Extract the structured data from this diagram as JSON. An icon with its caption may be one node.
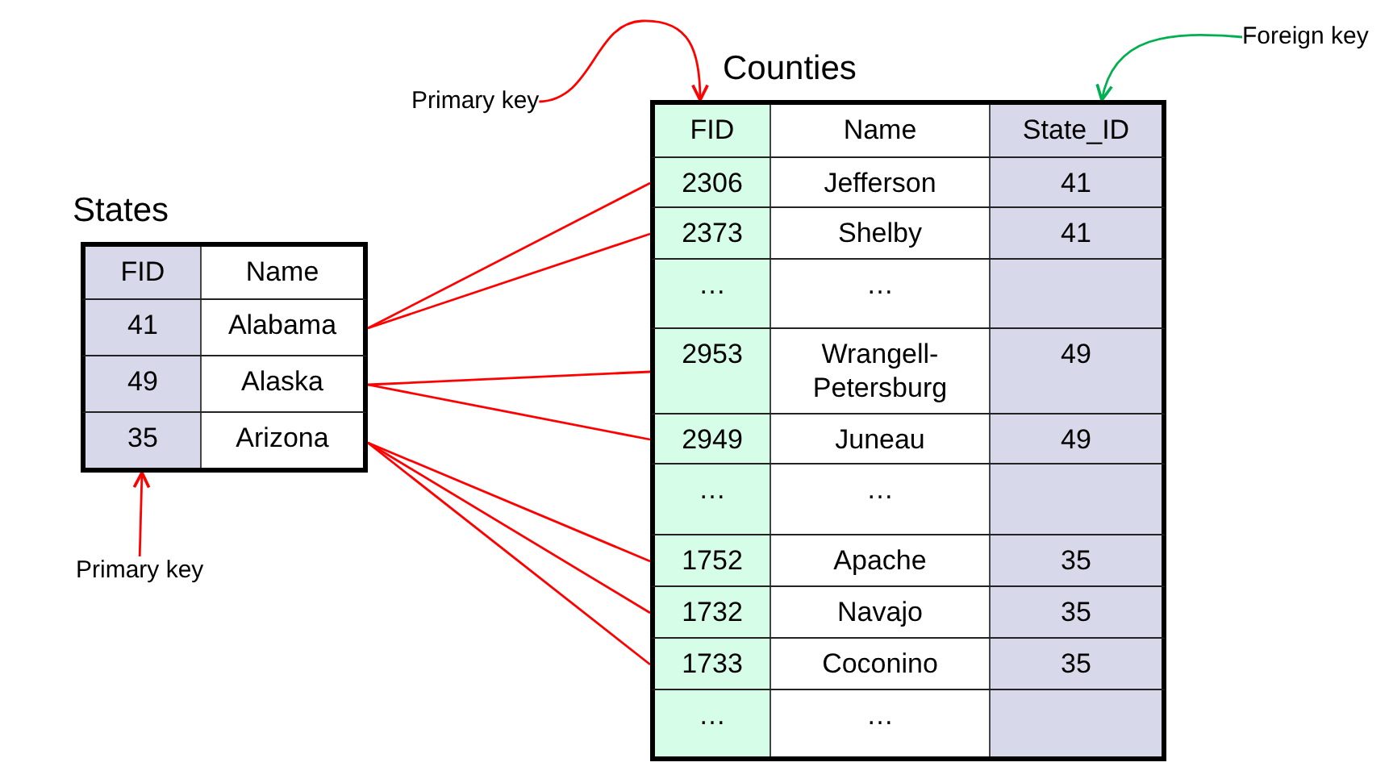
{
  "diagram": {
    "nodes": [
      {
        "text": [
          "States"
        ]
      },
      {
        "text": [
          "FID",
          "Name"
        ],
        "in": 0
      },
      {
        "text": [
          "41",
          "Alabama"
        ],
        "in": 0
      },
      {
        "text": [
          "49",
          "Alaska"
        ],
        "in": 0
      },
      {
        "text": [
          "35",
          "Arizona"
        ],
        "in": 0
      },
      {
        "text": [
          "Primary key"
        ]
      },
      {
        "text": [
          "Primary key"
        ]
      },
      {
        "text": [
          "Counties"
        ]
      },
      {
        "text": [
          "FID",
          "Name",
          "State_ID"
        ],
        "in": 7
      },
      {
        "text": [
          "2306",
          "Jefferson",
          "41"
        ],
        "in": 7
      },
      {
        "text": [
          "2373",
          "Shelby",
          "41"
        ],
        "in": 7
      },
      {
        "text": [
          "…",
          "…"
        ],
        "in": 7
      },
      {
        "text": [
          "2953",
          "Wrangell-Petersburg",
          "49"
        ],
        "in": 7
      },
      {
        "text": [
          "2949",
          "Juneau",
          "49"
        ],
        "in": 7
      },
      {
        "text": [
          "…",
          "…"
        ],
        "in": 7
      },
      {
        "text": [
          "1752",
          "Apache",
          "35"
        ],
        "in": 7
      },
      {
        "text": [
          "1732",
          "Navajo",
          "35"
        ],
        "in": 7
      },
      {
        "text": [
          "1733",
          "Coconino",
          "35"
        ],
        "in": 7
      },
      {
        "text": [
          "…",
          "…"
        ],
        "in": 7
      },
      {
        "text": [
          "Foreign key"
        ]
      }
    ],
    "edges": [
      {
        "from": 2,
        "to": 9,
        "arrow": "none"
      },
      {
        "from": 2,
        "to": 10,
        "arrow": "none"
      },
      {
        "from": 3,
        "to": 12,
        "arrow": "none"
      },
      {
        "from": 3,
        "to": 13,
        "arrow": "none"
      },
      {
        "from": 4,
        "to": 15,
        "arrow": "none"
      },
      {
        "from": 4,
        "to": 16,
        "arrow": "none"
      },
      {
        "from": 4,
        "to": 17,
        "arrow": "none"
      },
      {
        "from": 5,
        "to": 4,
        "arrow": "to"
      },
      {
        "from": 6,
        "to": 8,
        "arrow": "to"
      },
      {
        "from": 19,
        "to": 8,
        "arrow": "to",
        "color": "#00b050"
      }
    ]
  }
}
